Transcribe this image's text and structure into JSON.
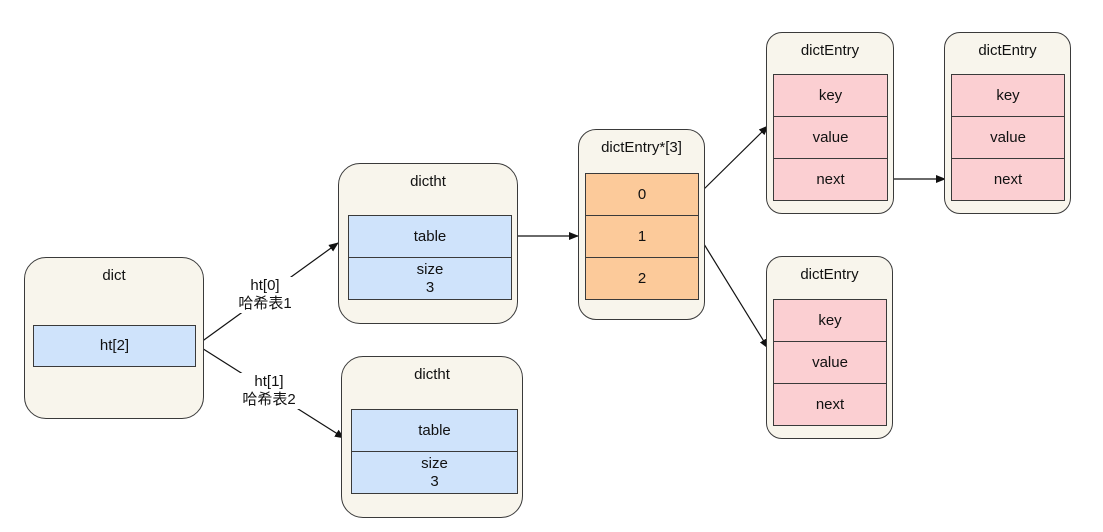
{
  "dict": {
    "title": "dict",
    "field": "ht[2]"
  },
  "edges": {
    "ht0": {
      "line1": "ht[0]",
      "line2": "哈希表1"
    },
    "ht1": {
      "line1": "ht[1]",
      "line2": "哈希表2"
    }
  },
  "dictht_top": {
    "title": "dictht",
    "table": "table",
    "size_label": "size",
    "size_value": "3"
  },
  "dictht_bottom": {
    "title": "dictht",
    "table": "table",
    "size_label": "size",
    "size_value": "3"
  },
  "array": {
    "title": "dictEntry*[3]",
    "slots": [
      "0",
      "1",
      "2"
    ]
  },
  "entry_a": {
    "title": "dictEntry",
    "key": "key",
    "value": "value",
    "next": "next"
  },
  "entry_b": {
    "title": "dictEntry",
    "key": "key",
    "value": "value",
    "next": "next"
  },
  "entry_c": {
    "title": "dictEntry",
    "key": "key",
    "value": "value",
    "next": "next"
  }
}
